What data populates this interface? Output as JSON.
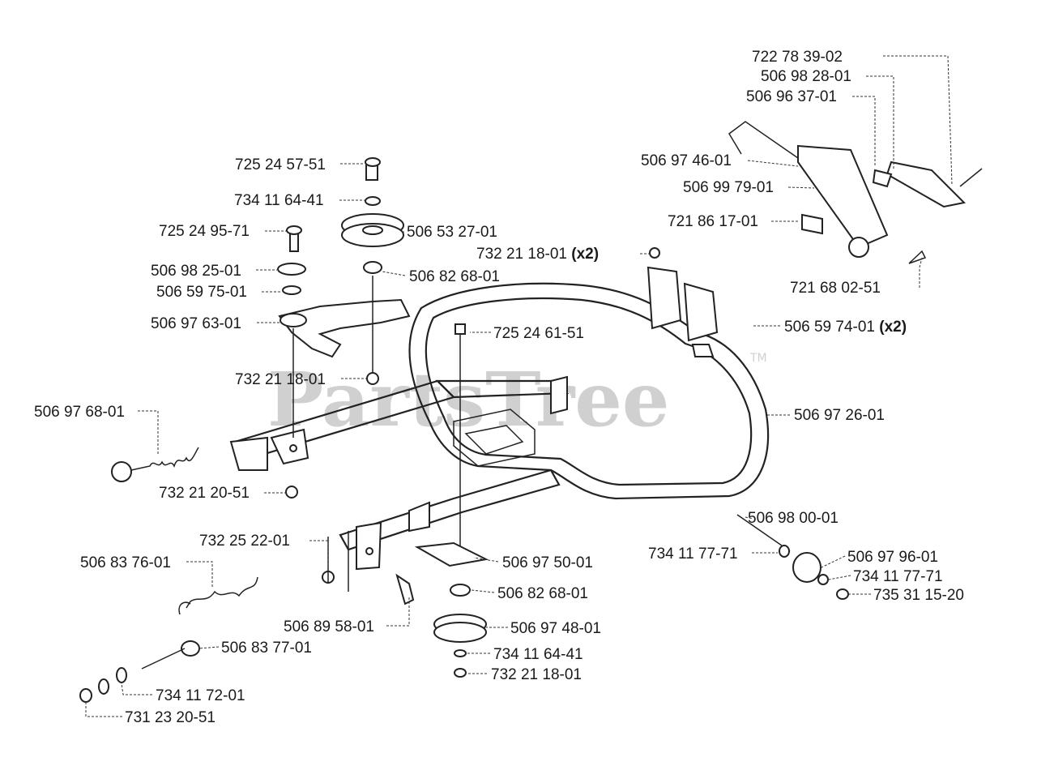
{
  "watermark": {
    "brand": "PartsTree",
    "tm": "TM"
  },
  "callouts": {
    "p1": {
      "number": "722 78 39-02",
      "qty": ""
    },
    "p2": {
      "number": "506 98 28-01",
      "qty": ""
    },
    "p3": {
      "number": "506 96 37-01",
      "qty": ""
    },
    "p4": {
      "number": "506 97 46-01",
      "qty": ""
    },
    "p5": {
      "number": "506 99 79-01",
      "qty": ""
    },
    "p6": {
      "number": "721 86 17-01",
      "qty": ""
    },
    "p7": {
      "number": "721 68 02-51",
      "qty": ""
    },
    "p8": {
      "number": "732 21 18-01",
      "qty": "(x2)"
    },
    "p9": {
      "number": "506 59 74-01",
      "qty": "(x2)"
    },
    "p10": {
      "number": "725 24 57-51",
      "qty": ""
    },
    "p11": {
      "number": "734 11 64-41",
      "qty": ""
    },
    "p12": {
      "number": "725 24 95-71",
      "qty": ""
    },
    "p13": {
      "number": "506 53 27-01",
      "qty": ""
    },
    "p14": {
      "number": "506 98 25-01",
      "qty": ""
    },
    "p15": {
      "number": "506 82 68-01",
      "qty": ""
    },
    "p16": {
      "number": "506 59 75-01",
      "qty": ""
    },
    "p17": {
      "number": "506 97 63-01",
      "qty": ""
    },
    "p18": {
      "number": "725 24 61-51",
      "qty": ""
    },
    "p19": {
      "number": "732 21 18-01",
      "qty": ""
    },
    "p20": {
      "number": "506 97 26-01",
      "qty": ""
    },
    "p21": {
      "number": "506 97 68-01",
      "qty": ""
    },
    "p22": {
      "number": "732 21 20-51",
      "qty": ""
    },
    "p23": {
      "number": "506 98 00-01",
      "qty": ""
    },
    "p24": {
      "number": "732 25 22-01",
      "qty": ""
    },
    "p25": {
      "number": "734 11 77-71",
      "qty": ""
    },
    "p26": {
      "number": "506 97 96-01",
      "qty": ""
    },
    "p27": {
      "number": "506 83 76-01",
      "qty": ""
    },
    "p28": {
      "number": "506 97 50-01",
      "qty": ""
    },
    "p29": {
      "number": "734 11 77-71",
      "qty": ""
    },
    "p30": {
      "number": "735 31 15-20",
      "qty": ""
    },
    "p31": {
      "number": "506 82 68-01",
      "qty": ""
    },
    "p32": {
      "number": "506 89 58-01",
      "qty": ""
    },
    "p33": {
      "number": "506 97 48-01",
      "qty": ""
    },
    "p34": {
      "number": "506 83 77-01",
      "qty": ""
    },
    "p35": {
      "number": "734 11 64-41",
      "qty": ""
    },
    "p36": {
      "number": "732 21 18-01",
      "qty": ""
    },
    "p37": {
      "number": "734 11 72-01",
      "qty": ""
    },
    "p38": {
      "number": "731 23 20-51",
      "qty": ""
    }
  }
}
